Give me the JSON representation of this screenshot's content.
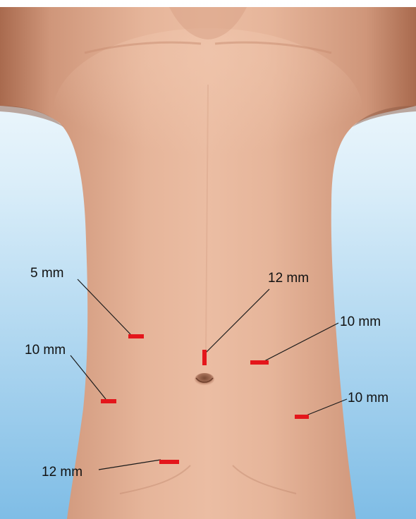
{
  "colors": {
    "background_top": "#ffffff",
    "background_bottom": "#8cc4e8",
    "skin_light": "#e9b79c",
    "skin_mid": "#d9a086",
    "skin_shadow": "#b97a5e",
    "port_marker": "#e4161b",
    "leader_line": "#1a1a1a"
  },
  "ports": [
    {
      "label": "5 mm",
      "side": "right upper",
      "orientation": "horizontal"
    },
    {
      "label": "12 mm",
      "side": "umbilical",
      "orientation": "vertical"
    },
    {
      "label": "10 mm",
      "side": "left upper",
      "orientation": "horizontal"
    },
    {
      "label": "10 mm",
      "side": "right lower",
      "orientation": "horizontal"
    },
    {
      "label": "10 mm",
      "side": "left lower",
      "orientation": "horizontal"
    },
    {
      "label": "12 mm",
      "side": "suprapubic",
      "orientation": "horizontal"
    }
  ]
}
